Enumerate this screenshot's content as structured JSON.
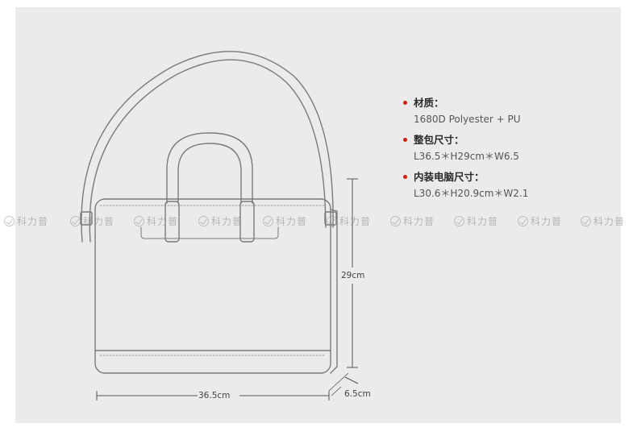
{
  "specs": [
    {
      "title": "材质：",
      "value": "1680D Polyester + PU"
    },
    {
      "title": "整包尺寸：",
      "value": "L36.5＊H29cm＊W6.5"
    },
    {
      "title": "内装电脑尺寸：",
      "value": "L30.6＊H20.9cm＊W2.1"
    }
  ],
  "dimensions": {
    "width": "36.5cm",
    "height": "29cm",
    "depth": "6.5cm"
  },
  "watermark": "科力普",
  "colors": {
    "accent": "#d81e06",
    "panel": "#ebebeb",
    "line": "#7a7a7a"
  }
}
